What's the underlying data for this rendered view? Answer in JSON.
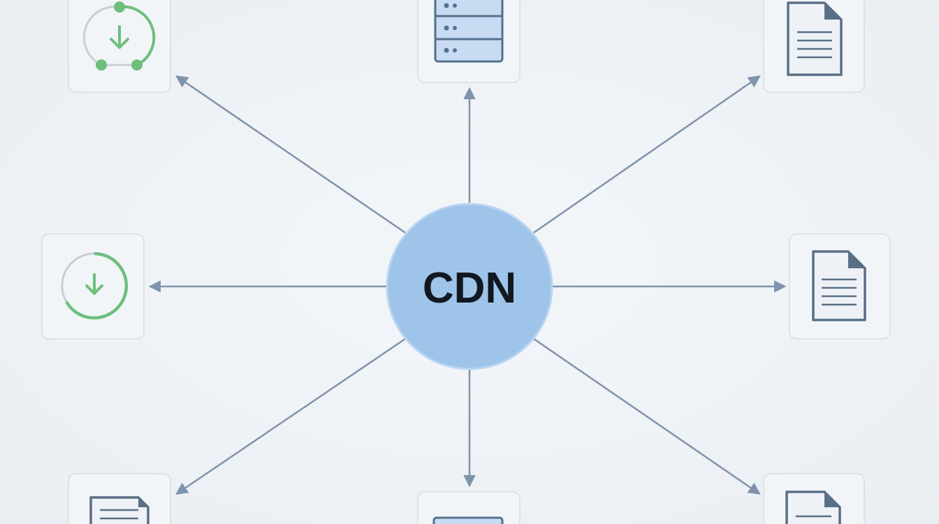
{
  "hub": {
    "label": "CDN",
    "fill": "#9fc4ea",
    "stroke": "#b9d5f1"
  },
  "colors": {
    "arrow": "#7f93ab",
    "box_fill": "#f2f5f8",
    "box_stroke": "#d6dde5",
    "download_green": "#6dbf7c",
    "doc_stroke": "#5a6f86",
    "server_fill": "#c9dbf2",
    "server_stroke": "#55708e"
  },
  "nodes": [
    {
      "id": "top-left",
      "icon": "download-refresh-icon"
    },
    {
      "id": "top-center",
      "icon": "server-icon"
    },
    {
      "id": "top-right",
      "icon": "document-icon"
    },
    {
      "id": "middle-left",
      "icon": "download-icon"
    },
    {
      "id": "middle-right",
      "icon": "document-icon"
    },
    {
      "id": "bottom-left",
      "icon": "document-icon"
    },
    {
      "id": "bottom-center",
      "icon": "server-icon"
    },
    {
      "id": "bottom-right",
      "icon": "document-icon"
    }
  ]
}
